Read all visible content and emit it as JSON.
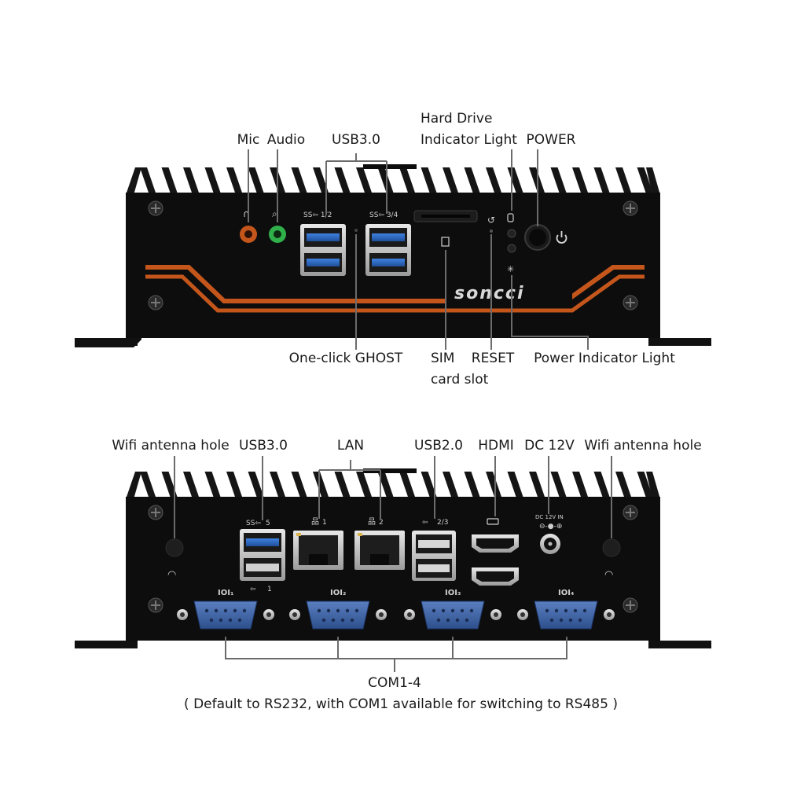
{
  "front_panel": {
    "brand": "soncci",
    "port_markings": {
      "usb_1_2": "SS⇦ 1/2",
      "usb_3_4": "SS⇦ 3/4"
    },
    "labels": {
      "mic": "Mic",
      "audio": "Audio",
      "usb30": "USB3.0",
      "hdd_line1": "Hard Drive",
      "hdd_line2": "Indicator Light",
      "power": "POWER",
      "ghost": "One-click GHOST",
      "sim_line1": "SIM",
      "sim_line2": "card slot",
      "reset": "RESET",
      "power_light": "Power Indicator Light"
    }
  },
  "rear_panel": {
    "port_markings": {
      "usb5": "5",
      "usb1": "1",
      "lan1": "1",
      "lan2": "2",
      "usb2_3": "2/3",
      "com1": "IOI₁",
      "com2": "IOI₂",
      "com3": "IOI₃",
      "com4": "IOI₄",
      "dc_in": "DC 12V IN"
    },
    "labels": {
      "wifi_left": "Wifi antenna hole",
      "usb30": "USB3.0",
      "lan": "LAN",
      "usb20": "USB2.0",
      "hdmi": "HDMI",
      "dc12v": "DC 12V",
      "wifi_right": "Wifi antenna hole",
      "com": "COM1-4",
      "com_note": "( Default to RS232, with COM1 available for switching to RS485 )"
    }
  },
  "colors": {
    "chassis": "#0d0d0d",
    "fin": "#151515",
    "accent": "#c4561c",
    "usb3_blue": "#2f6fc9",
    "db9_blue": "#4569a8",
    "leader": "#6b6b6b",
    "text": "#1a1a1a"
  }
}
